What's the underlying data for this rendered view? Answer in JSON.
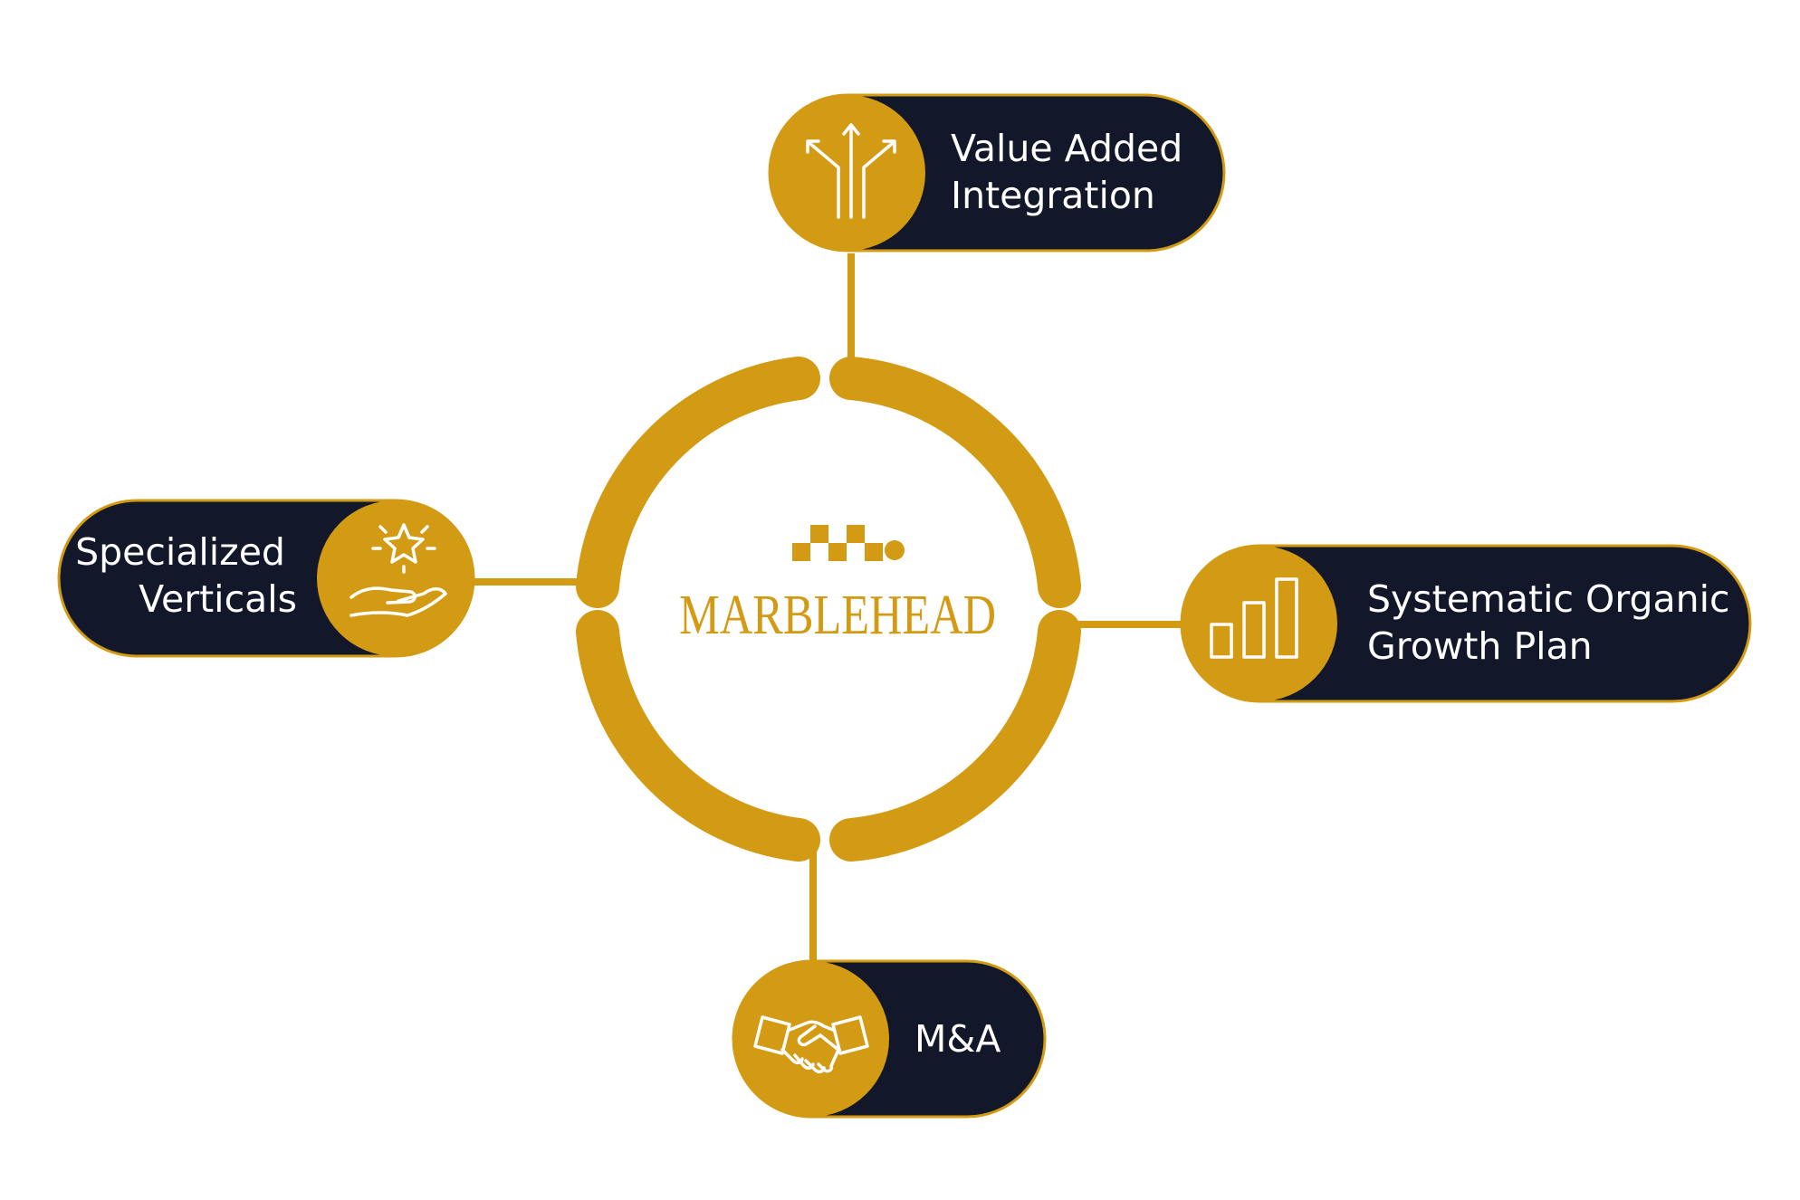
{
  "colors": {
    "gold": "#D39A14",
    "navy": "#121829",
    "white": "#ffffff"
  },
  "hub": {
    "brand": "MARBLEHEAD"
  },
  "nodes": {
    "value_added_integration": {
      "line1": "Value Added",
      "line2": "Integration",
      "icon": "arrows-diverging-icon"
    },
    "specialized_verticals": {
      "line1": "Specialized",
      "line2": "Verticals",
      "icon": "hand-star-icon"
    },
    "systematic_organic_growth": {
      "line1": "Systematic Organic",
      "line2": "Growth Plan",
      "icon": "bar-chart-icon"
    },
    "m_and_a": {
      "line1": "M&A",
      "icon": "handshake-icon"
    }
  }
}
